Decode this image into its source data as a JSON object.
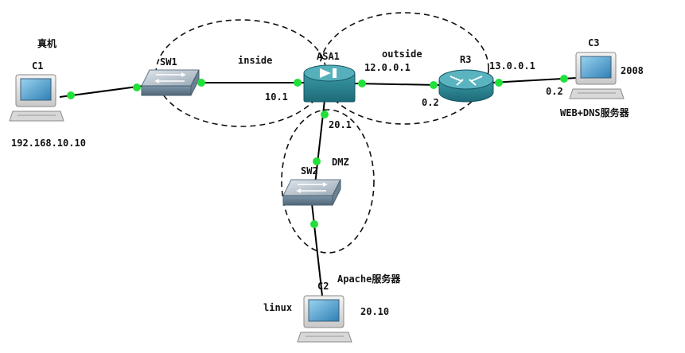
{
  "diagram": {
    "colors": {
      "link": "#000000",
      "port": "#22e03a",
      "zone": "#111111"
    },
    "zones": [
      {
        "id": "inside-zone",
        "label": "inside"
      },
      {
        "id": "outside-zone",
        "label": "outside"
      },
      {
        "id": "dmz-zone",
        "label": "DMZ"
      }
    ],
    "devices": {
      "pc1": {
        "name": "C1",
        "note": "真机",
        "ip": "192.168.10.10",
        "icon": "pc-icon"
      },
      "sw1": {
        "name": "SW1",
        "icon": "switch-icon"
      },
      "asa": {
        "name": "ASA1",
        "icon": "firewall-icon"
      },
      "r3": {
        "name": "R3",
        "icon": "router-icon"
      },
      "pc3": {
        "name": "C3",
        "note": "2008",
        "role": "WEB+DNS服务器",
        "icon": "pc-icon"
      },
      "sw2": {
        "name": "SW2",
        "icon": "switch-icon"
      },
      "pc2": {
        "name": "C2",
        "note": "linux",
        "role": "Apache服务器",
        "icon": "pc-icon"
      }
    },
    "interfaces": {
      "asa_inside": "10.1",
      "asa_outside": "12.0.0.1",
      "asa_dmz": "20.1",
      "r3_asa": "0.2",
      "r3_c3": "13.0.0.1",
      "c3": "0.2",
      "c2": "20.10"
    }
  }
}
